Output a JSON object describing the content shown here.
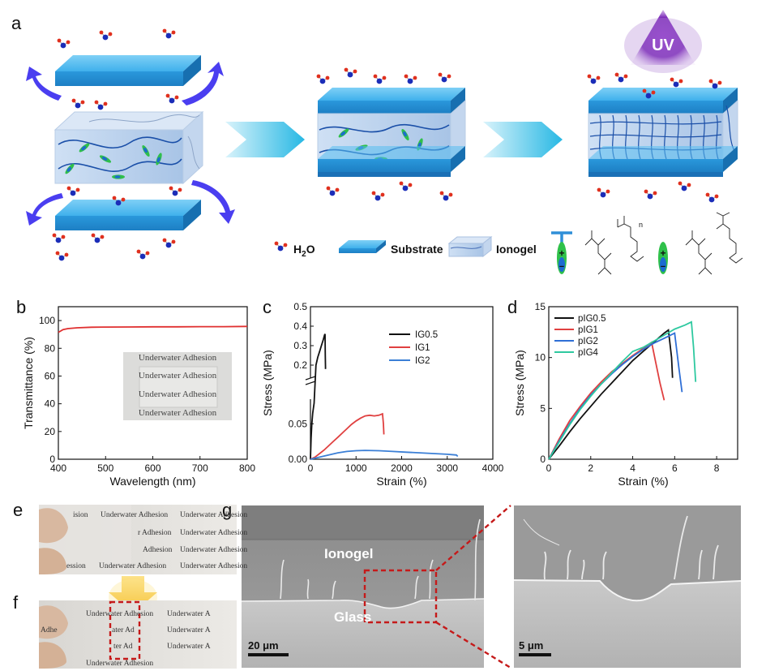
{
  "panel_letters": [
    "a",
    "b",
    "c",
    "d",
    "e",
    "f",
    "g"
  ],
  "panel_a": {
    "uv_label": "UV",
    "legend": {
      "h2o": "H",
      "h2o_sub": "2",
      "h2o_end": "O",
      "substrate": "Substrate",
      "ionogel": "Ionogel",
      "chem_n": "n",
      "plus": "+",
      "minus": "−"
    }
  },
  "panel_b": {
    "inset_text": [
      "Underwater Adhesion",
      "Underwater Adhesion",
      "Underwater Adhesion",
      "Underwater Adhesion"
    ]
  },
  "panel_e": {
    "photo_text": [
      "ision",
      "Underwater Adhesion",
      "Underwater Adhesion",
      "r Adhesion",
      "Underwater Adhesion",
      "Adhesion",
      "Underwater Adhesion",
      "ession",
      "Underwater Adhesion",
      "Underwater Adhesion"
    ]
  },
  "panel_f": {
    "photo_text": [
      "Underwater Adhesion",
      "Underwater A",
      "Adhe",
      "ater Ad",
      "Underwater A",
      "ter Ad",
      "Underwater A",
      "Underwater Adhesion"
    ]
  },
  "panel_g": {
    "ionogel_label": "Ionogel",
    "glass_label": "Glass",
    "scale_left": "20 μm",
    "scale_right": "5 μm"
  },
  "chart_data": [
    {
      "panel": "b",
      "type": "line",
      "xlabel": "Wavelength (nm)",
      "ylabel": "Transmittance (%)",
      "xlim": [
        400,
        800
      ],
      "ylim": [
        0,
        110
      ],
      "xticks": [
        400,
        500,
        600,
        700,
        800
      ],
      "yticks": [
        0,
        20,
        40,
        60,
        80,
        100
      ],
      "series": [
        {
          "color": "#e03030",
          "x": [
            400,
            410,
            420,
            440,
            470,
            500,
            550,
            600,
            650,
            700,
            750,
            800
          ],
          "y": [
            91.5,
            93.5,
            94.2,
            94.8,
            95.2,
            95.3,
            95.4,
            95.5,
            95.5,
            95.6,
            95.6,
            95.8
          ]
        }
      ]
    },
    {
      "panel": "c",
      "type": "line",
      "xlabel": "Strain (%)",
      "ylabel": "Stress (MPa)",
      "xlim": [
        0,
        4000
      ],
      "xticks": [
        0,
        1000,
        2000,
        3000,
        4000
      ],
      "ylim_lower": [
        0,
        0.08
      ],
      "yticks_lower": [
        0.0,
        0.05
      ],
      "ytick_labels_lower": [
        "0.00",
        "0.05"
      ],
      "ylim_upper": [
        0.15,
        0.5
      ],
      "yticks_upper": [
        0.2,
        0.3,
        0.4,
        0.5
      ],
      "ytick_labels_upper": [
        "0.2",
        "0.3",
        "0.4",
        "0.5"
      ],
      "legend_placement": "top-right",
      "series": [
        {
          "name": "IG0.5",
          "color": "#111111",
          "x": [
            0,
            15,
            30,
            50,
            80,
            120,
            160,
            200,
            240,
            280,
            310,
            320,
            325,
            330
          ],
          "y": [
            0,
            0.03,
            0.05,
            0.065,
            0.079,
            0.2,
            0.24,
            0.27,
            0.3,
            0.33,
            0.355,
            0.36,
            0.25,
            0.18
          ]
        },
        {
          "name": "IG1",
          "color": "#e04040",
          "x": [
            0,
            100,
            200,
            300,
            400,
            500,
            600,
            700,
            800,
            900,
            1000,
            1100,
            1200,
            1300,
            1400,
            1500,
            1580,
            1600,
            1610
          ],
          "y": [
            0,
            0.003,
            0.008,
            0.013,
            0.019,
            0.025,
            0.031,
            0.037,
            0.043,
            0.049,
            0.054,
            0.058,
            0.061,
            0.062,
            0.061,
            0.062,
            0.064,
            0.05,
            0.035
          ]
        },
        {
          "name": "IG2",
          "color": "#3b7fd6",
          "x": [
            0,
            200,
            400,
            600,
            800,
            1000,
            1200,
            1500,
            1800,
            2100,
            2400,
            2700,
            3000,
            3200,
            3230
          ],
          "y": [
            0,
            0.003,
            0.006,
            0.009,
            0.011,
            0.012,
            0.0125,
            0.012,
            0.011,
            0.01,
            0.009,
            0.008,
            0.007,
            0.006,
            0.004
          ]
        }
      ]
    },
    {
      "panel": "d",
      "type": "line",
      "xlabel": "Strain (%)",
      "ylabel": "Stress (MPa)",
      "xlim": [
        0,
        9
      ],
      "ylim": [
        0,
        15
      ],
      "xticks": [
        0,
        2,
        4,
        6,
        8
      ],
      "yticks": [
        0,
        5,
        10,
        15
      ],
      "legend_placement": "top-left",
      "series": [
        {
          "name": "pIG0.5",
          "color": "#111111",
          "x": [
            0,
            0.5,
            1,
            1.5,
            2,
            2.5,
            3,
            3.5,
            4,
            4.5,
            5,
            5.5,
            5.7,
            5.85,
            5.9
          ],
          "y": [
            0,
            1.3,
            2.7,
            4.0,
            5.2,
            6.4,
            7.5,
            8.6,
            9.7,
            10.6,
            11.5,
            12.4,
            12.7,
            10.0,
            8.0
          ]
        },
        {
          "name": "pIG1",
          "color": "#e04040",
          "x": [
            0,
            0.5,
            1,
            1.5,
            2,
            2.5,
            3,
            3.5,
            4,
            4.5,
            4.9,
            5.1,
            5.3,
            5.5
          ],
          "y": [
            0,
            2.0,
            3.8,
            5.2,
            6.5,
            7.6,
            8.6,
            9.4,
            10.2,
            10.9,
            11.5,
            9.5,
            7.5,
            5.8
          ]
        },
        {
          "name": "pIG2",
          "color": "#2f6fd6",
          "x": [
            0,
            0.5,
            1,
            1.5,
            2,
            2.5,
            3,
            3.5,
            4,
            4.5,
            5,
            5.5,
            6,
            6.2,
            6.35
          ],
          "y": [
            0,
            1.8,
            3.5,
            5.0,
            6.3,
            7.4,
            8.4,
            9.3,
            10.1,
            10.8,
            11.4,
            11.9,
            12.4,
            9.0,
            6.6
          ]
        },
        {
          "name": "pIG4",
          "color": "#2ec9a0",
          "x": [
            0,
            0.5,
            1,
            1.5,
            2,
            2.5,
            3,
            3.5,
            4,
            4.5,
            5,
            5.5,
            6,
            6.5,
            6.8,
            6.9,
            7.0
          ],
          "y": [
            0,
            1.7,
            3.4,
            4.9,
            6.2,
            7.4,
            8.5,
            9.6,
            10.6,
            11.0,
            11.6,
            12.2,
            12.8,
            13.2,
            13.5,
            11.0,
            7.6
          ]
        }
      ]
    }
  ]
}
